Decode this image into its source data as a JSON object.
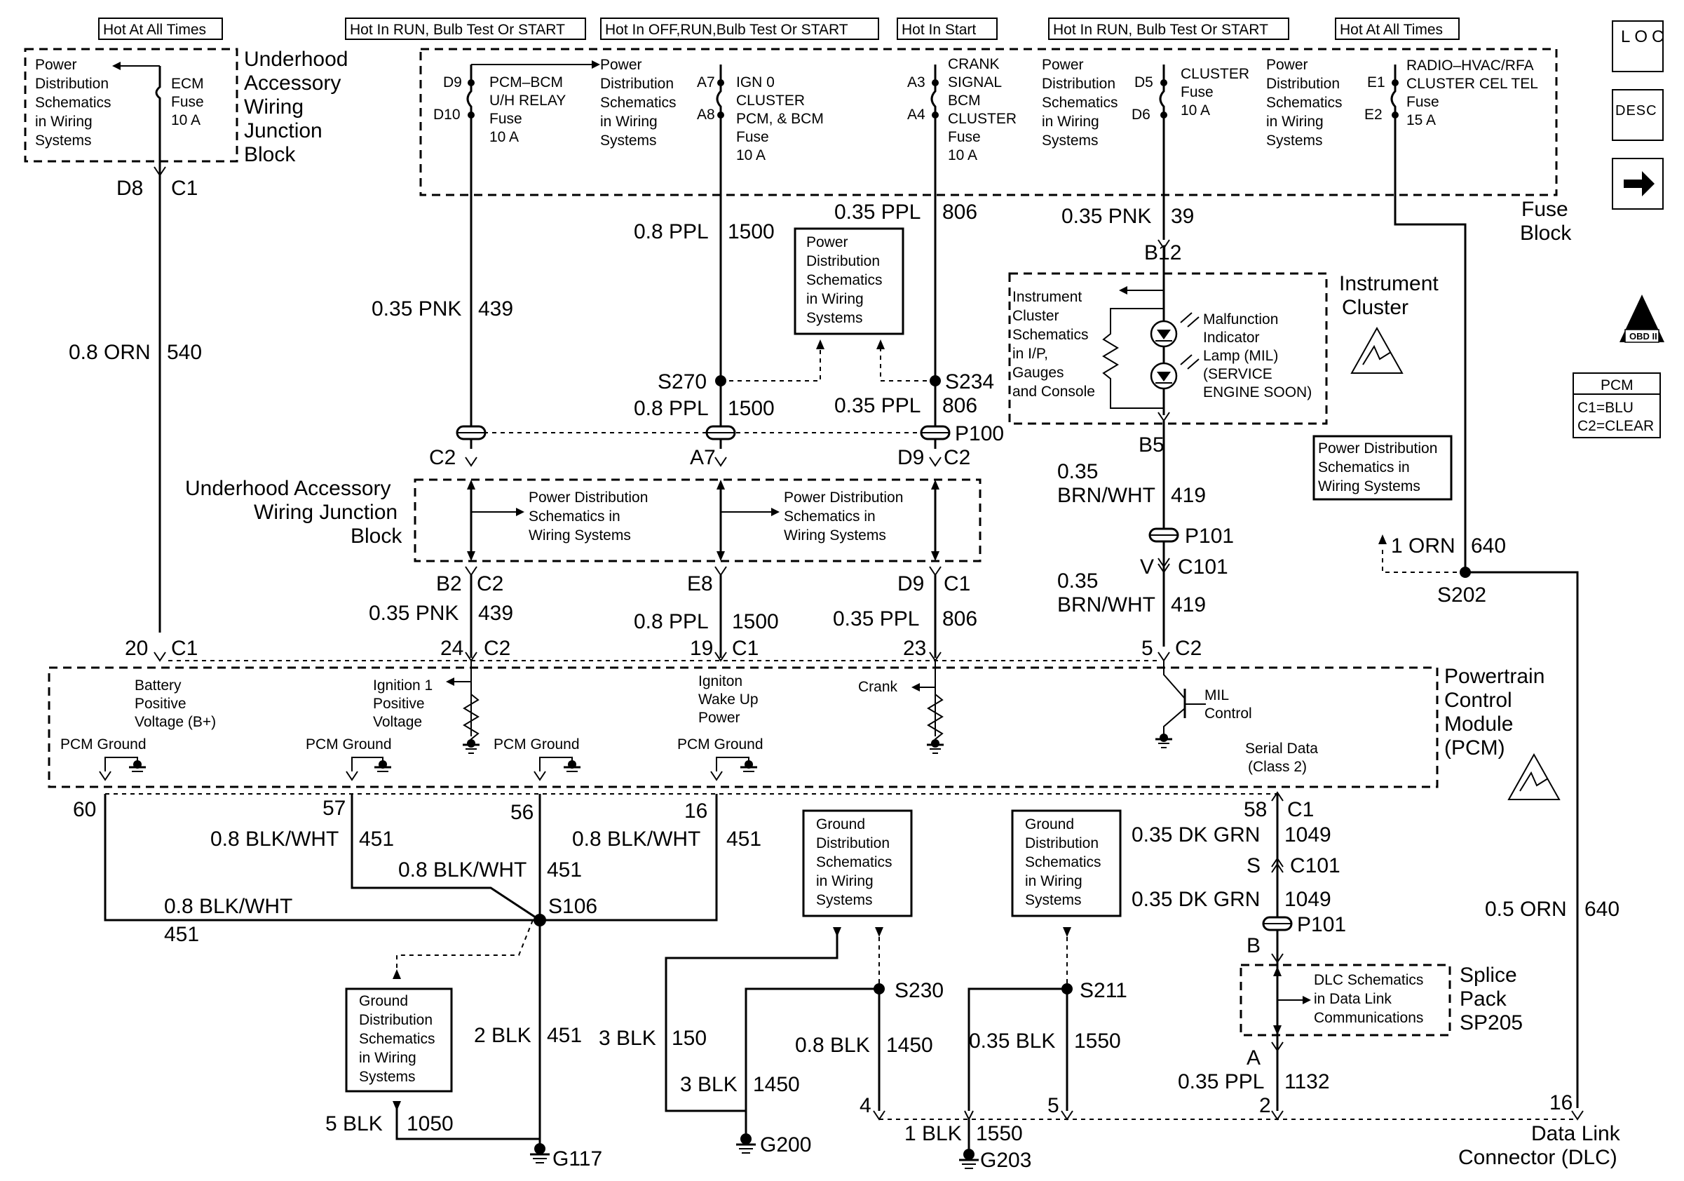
{
  "headers": [
    "Hot At All Times",
    "Hot In RUN, Bulb Test Or START",
    "Hot In OFF,RUN,Bulb Test Or START",
    "Hot In Start",
    "Hot In RUN, Bulb Test Or START",
    "Hot At All Times"
  ],
  "side_icons": {
    "loc": "LOC",
    "desc": "DESC",
    "arrow": "right-arrow-icon",
    "obd": "OBD II"
  },
  "pcm_legend": {
    "title": "PCM",
    "c1": "C1=BLU",
    "c2": "C2=CLEAR"
  },
  "blocks": {
    "underhood_top": [
      "Underhood",
      "Accessory",
      "Wiring",
      "Junction",
      "Block"
    ],
    "fuse_block": [
      "Fuse",
      "Block"
    ],
    "instrument_cluster": [
      "Instrument",
      "Cluster"
    ],
    "underhood_mid": [
      "Underhood Accessory",
      "Wiring Junction",
      "Block"
    ],
    "pcm": [
      "Powertrain",
      "Control",
      "Module",
      "(PCM)"
    ],
    "splice_pack": [
      "Splice",
      "Pack",
      "SP205"
    ],
    "dlc": [
      "Data Link",
      "Connector (DLC)"
    ]
  },
  "fuses": {
    "ecm": [
      "ECM",
      "Fuse",
      "10 A"
    ],
    "pcm_bcm": [
      "PCM–BCM",
      "U/H RELAY",
      "Fuse",
      "10 A"
    ],
    "ign0": [
      "IGN 0",
      "CLUSTER",
      "PCM, & BCM",
      "Fuse",
      "10 A"
    ],
    "crank": [
      "CRANK",
      "SIGNAL",
      "BCM",
      "CLUSTER",
      "Fuse",
      "10 A"
    ],
    "cluster": [
      "CLUSTER",
      "Fuse",
      "10 A"
    ],
    "radio": [
      "RADIO–HVAC/RFA",
      "CLUSTER CEL TEL",
      "Fuse",
      "15 A"
    ]
  },
  "power_dist_ref": [
    "Power",
    "Distribution",
    "Schematics",
    "in Wiring",
    "Systems"
  ],
  "power_dist_inline": [
    "Power Distribution",
    "Schematics in",
    "Wiring Systems"
  ],
  "ground_dist_ref": [
    "Ground",
    "Distribution",
    "Schematics",
    "in Wiring",
    "Systems"
  ],
  "cluster_ref": [
    "Instrument",
    "Cluster",
    "Schematics",
    "in I/P,",
    "Gauges",
    "and Console"
  ],
  "mil_label": [
    "Malfunction",
    "Indicator",
    "Lamp (MIL)",
    "(SERVICE",
    "ENGINE SOON)"
  ],
  "dlc_ref": [
    "DLC Schematics",
    "in Data Link",
    "Communications"
  ],
  "pcm_inputs": {
    "battery": [
      "Battery",
      "Positive",
      "Voltage (B+)"
    ],
    "ignition": [
      "Ignition 1",
      "Positive",
      "Voltage"
    ],
    "wakeup": [
      "Igniton",
      "Wake Up",
      "Power"
    ],
    "crank": "Crank",
    "mil": [
      "MIL",
      "Control"
    ],
    "serial": [
      "Serial Data",
      "(Class 2)"
    ],
    "pcm_ground": "PCM Ground"
  },
  "pins": {
    "D9": "D9",
    "D10": "D10",
    "A7": "A7",
    "A8": "A8",
    "A3": "A3",
    "A4": "A4",
    "D5": "D5",
    "D6": "D6",
    "E1": "E1",
    "E2": "E2",
    "D8": "D8",
    "C1": "C1",
    "C2": "C2",
    "B12": "B12",
    "B5": "B5",
    "B2": "B2",
    "E8": "E8",
    "V": "V",
    "S": "S",
    "B": "B",
    "A": "A",
    "p20": "20",
    "p24": "24",
    "p19": "19",
    "p23": "23",
    "p5": "5",
    "p60": "60",
    "p57": "57",
    "p56": "56",
    "p16": "16",
    "p58": "58",
    "p4": "4",
    "p2": "2",
    "p16b": "16"
  },
  "connectors": {
    "P100": "P100",
    "P101": "P101",
    "C101": "C101"
  },
  "splices": {
    "S270": "S270",
    "S234": "S234",
    "S202": "S202",
    "S106": "S106",
    "S230": "S230",
    "S211": "S211"
  },
  "grounds": {
    "G117": "G117",
    "G200": "G200",
    "G203": "G203"
  },
  "wires": {
    "w540_g": "0.8 ORN",
    "w540_n": "540",
    "w439_g": "0.35 PNK",
    "w439_n": "439",
    "w1500_g": "0.8 PPL",
    "w1500_n": "1500",
    "w806_g": "0.35 PPL",
    "w806_n": "806",
    "w39_g": "0.35 PNK",
    "w39_n": "39",
    "w419_g1": "0.35",
    "w419_g2": "BRN/WHT",
    "w419_n": "419",
    "w640a_g": "1 ORN",
    "w640a_n": "640",
    "w640b_g": "0.5 ORN",
    "w640b_n": "640",
    "w451_g": "0.8 BLK/WHT",
    "w451_n": "451",
    "w451b_g": "2 BLK",
    "w451b_n": "451",
    "w1050_g": "5 BLK",
    "w1050_n": "1050",
    "w150_g": "3 BLK",
    "w150_n": "150",
    "w1450a_g": "0.8 BLK",
    "w1450a_n": "1450",
    "w1450b_g": "3 BLK",
    "w1450b_n": "1450",
    "w1550a_g": "0.35 BLK",
    "w1550a_n": "1550",
    "w1550b_g": "1 BLK",
    "w1550b_n": "1550",
    "w1049_g": "0.35 DK GRN",
    "w1049_n": "1049",
    "w1132_g": "0.35 PPL",
    "w1132_n": "1132"
  }
}
